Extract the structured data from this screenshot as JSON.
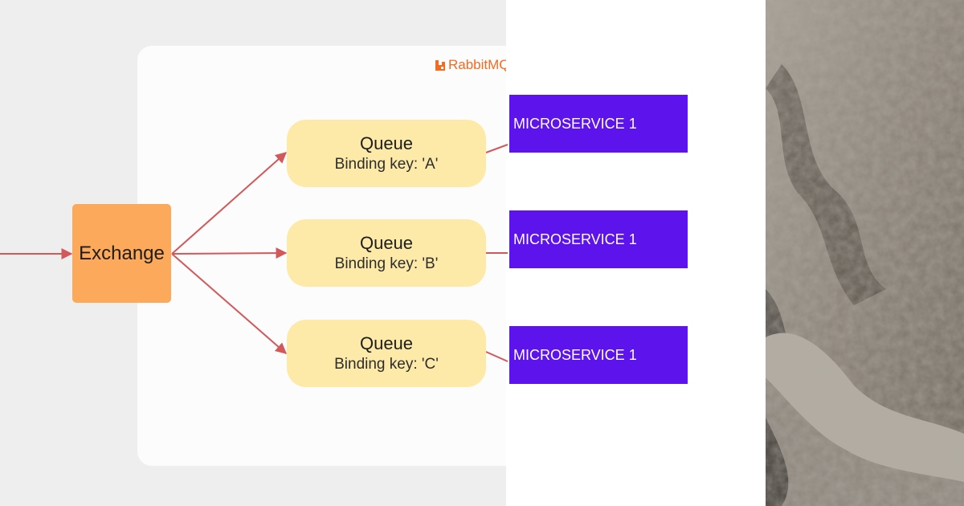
{
  "colors": {
    "page_background": "#eeeeee",
    "card_background": "#fcfcfc",
    "exchange": "#fca95b",
    "queue": "#feeaa8",
    "service": "#5c13ec",
    "arrow": "#d2585a",
    "logo": "#f26b21"
  },
  "logo": {
    "icon": "rabbitmq-logo-icon",
    "text": "RabbitMQ"
  },
  "exchange": {
    "label": "Exchange"
  },
  "queues": [
    {
      "title": "Queue",
      "binding_key": "Binding key: 'A'"
    },
    {
      "title": "Queue",
      "binding_key": "Binding key: 'B'"
    },
    {
      "title": "Queue",
      "binding_key": "Binding key: 'C'"
    }
  ],
  "services": [
    {
      "label": "MICROSERVICE 1"
    },
    {
      "label": "MICROSERVICE 1"
    },
    {
      "label": "MICROSERVICE 1"
    }
  ]
}
